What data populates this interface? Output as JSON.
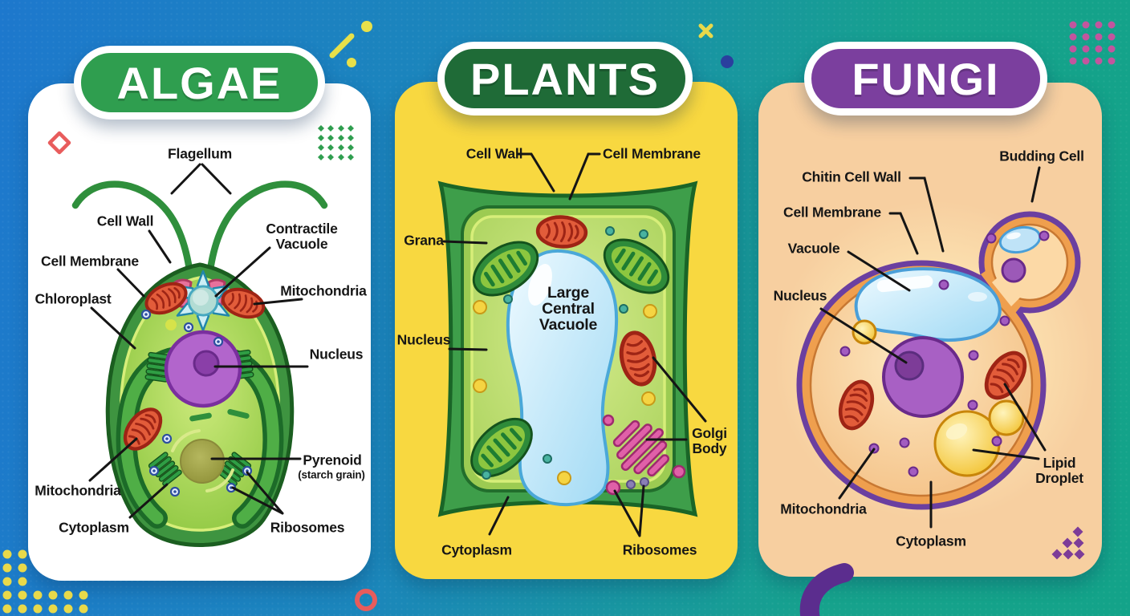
{
  "infographic": {
    "subject": "cell structure comparison",
    "panel_count": 3
  },
  "panels": [
    {
      "title": "ALGAE",
      "card_color": "#ffffff",
      "badge_color": "#2f9e4f",
      "labels": {
        "flagellum": "Flagellum",
        "cell_wall": "Cell Wall",
        "cell_membrane": "Cell Membrane",
        "chloroplast": "Chloroplast",
        "contractile_vacuole": "Contractile\nVacuole",
        "mitochondria_right": "Mitochondria",
        "nucleus": "Nucleus",
        "pyrenoid": "Pyrenoid",
        "pyrenoid_note": "(starch grain)",
        "mitochondria_left": "Mitochondria",
        "cytoplasm": "Cytoplasm",
        "ribosomes": "Ribosomes"
      }
    },
    {
      "title": "PLANTS",
      "card_color": "#f8d840",
      "badge_color": "#1f6b37",
      "labels": {
        "cell_wall": "Cell Wall",
        "cell_membrane": "Cell Membrane",
        "grana": "Grana",
        "nucleus": "Nucleus",
        "large_central_vacuole": "Large\nCentral\nVacuole",
        "golgi_body": "Golgi\nBody",
        "cytoplasm": "Cytoplasm",
        "ribosomes": "Ribosomes"
      }
    },
    {
      "title": "FUNGI",
      "card_color": "#f7cfa0",
      "badge_color": "#7b3f9e",
      "labels": {
        "budding_cell": "Budding Cell",
        "chitin_cell_wall": "Chitin Cell Wall",
        "cell_membrane": "Cell Membrane",
        "vacuole": "Vacuole",
        "nucleus": "Nucleus",
        "mitochondria": "Mitochondria",
        "cytoplasm": "Cytoplasm",
        "lipid_droplet": "Lipid\nDroplet"
      }
    }
  ],
  "colors": {
    "background_left": "#1d78cd",
    "background_right": "#13a389",
    "pointer_line": "#151515",
    "algae_cell_green": "#3e9440",
    "plant_wall_green": "#3e9e4a",
    "fungi_wall_purple": "#6b3fa0",
    "fungi_membrane_orange": "#ef9f4e",
    "nucleus_purple": "#a860c4",
    "mitochondria_red": "#e25c3a",
    "vacuole_blue": "#9fd9f4",
    "golgi_pink": "#e060a8",
    "lipid_yellow": "#f2c12e"
  }
}
